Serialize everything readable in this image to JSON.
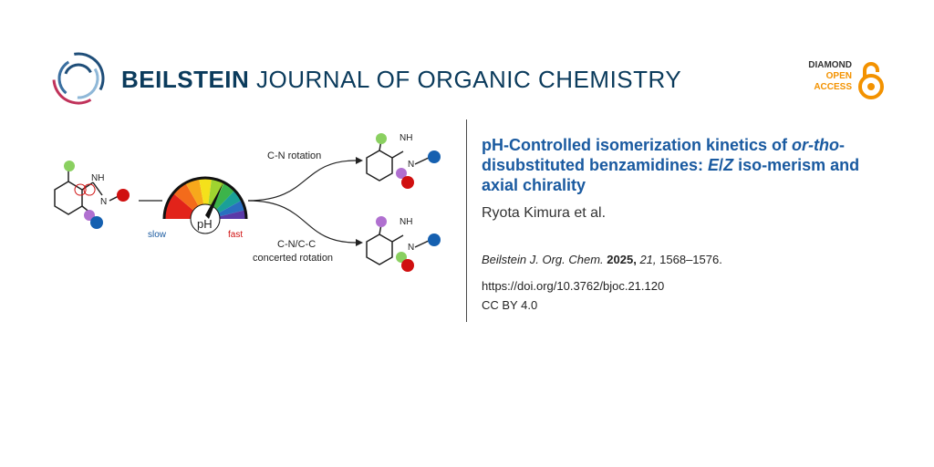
{
  "header": {
    "journal_bold": "BEILSTEIN",
    "journal_rest": " JOURNAL OF ORGANIC CHEMISTRY",
    "open_access_lines": [
      "DIAMOND",
      "OPEN",
      "ACCESS"
    ]
  },
  "graphic": {
    "label_cn_rotation": "C-N rotation",
    "label_concerted_1": "C-N/C-C",
    "label_concerted_2": "concerted rotation",
    "gauge_label": "pH",
    "slow": "slow",
    "fast": "fast",
    "nh": "NH",
    "n": "N"
  },
  "article": {
    "title_part1": "pH-Controlled isomerization kinetics of ",
    "title_italic1": "or-tho",
    "title_part2": "-disubstituted benzamidines: ",
    "title_italic2": "E",
    "title_slash": "/",
    "title_italic3": "Z",
    "title_part3": " iso-merism and axial chirality",
    "authors": "Ryota Kimura et al.",
    "citation_journal": "Beilstein J. Org. Chem.",
    "citation_year": "2025,",
    "citation_volume": "21,",
    "citation_pages": "1568–1576.",
    "doi": "https://doi.org/10.3762/bjoc.21.120",
    "license": "CC BY 4.0"
  }
}
